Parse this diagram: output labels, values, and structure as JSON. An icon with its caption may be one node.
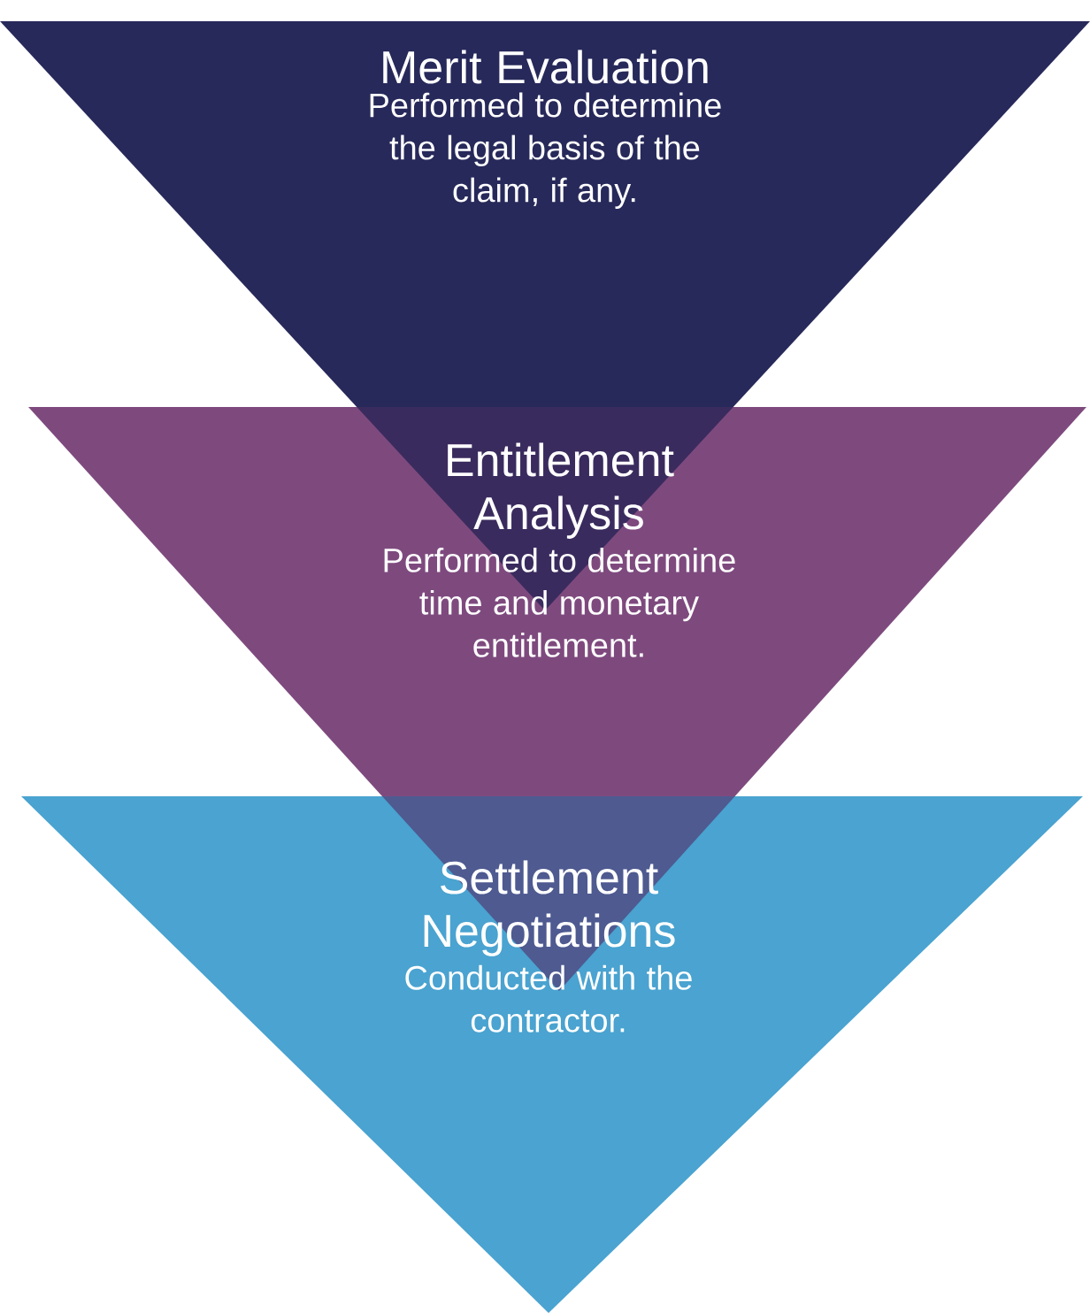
{
  "diagram": {
    "nodes": [
      {
        "text": [
          "Merit Evaluation",
          "Performed to determine the legal basis of the claim, if any."
        ]
      },
      {
        "text": [
          "Entitlement Analysis",
          "Performed to determine time and monetary entitlement."
        ]
      },
      {
        "text": [
          "Settlement Negotiations",
          "Conducted with the contractor."
        ]
      }
    ]
  }
}
